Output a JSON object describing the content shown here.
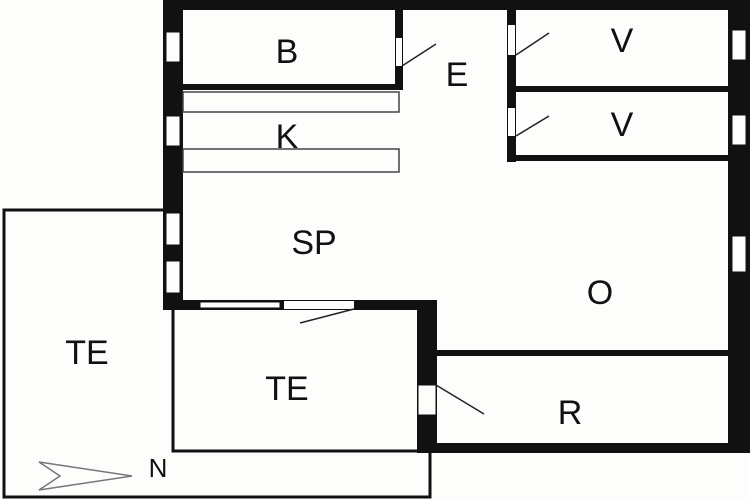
{
  "floor_plan": {
    "rooms": [
      {
        "id": "b",
        "label": "B"
      },
      {
        "id": "e",
        "label": "E"
      },
      {
        "id": "v1",
        "label": "V"
      },
      {
        "id": "v2",
        "label": "V"
      },
      {
        "id": "k",
        "label": "K"
      },
      {
        "id": "sp",
        "label": "SP"
      },
      {
        "id": "o",
        "label": "O"
      },
      {
        "id": "te-outer",
        "label": "TE"
      },
      {
        "id": "te-inner",
        "label": "TE"
      },
      {
        "id": "r",
        "label": "R"
      }
    ],
    "north_label": "N",
    "colors": {
      "wall": "#111111",
      "background": "#fdfdfb"
    }
  }
}
